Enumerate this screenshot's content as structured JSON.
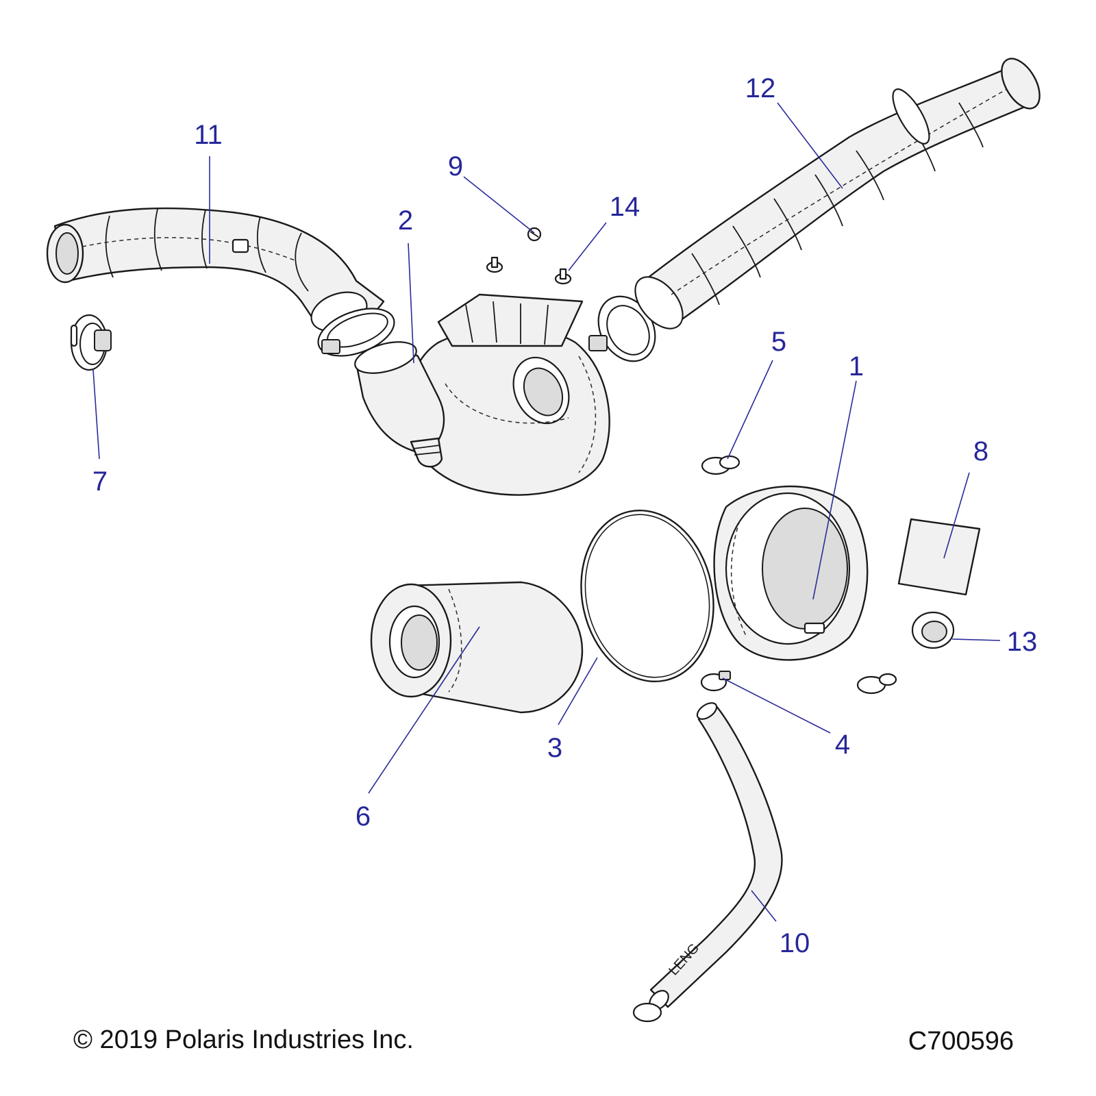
{
  "callouts": [
    {
      "id": "1",
      "label": "1"
    },
    {
      "id": "2",
      "label": "2"
    },
    {
      "id": "3",
      "label": "3"
    },
    {
      "id": "4",
      "label": "4"
    },
    {
      "id": "5",
      "label": "5"
    },
    {
      "id": "6",
      "label": "6"
    },
    {
      "id": "7",
      "label": "7"
    },
    {
      "id": "8",
      "label": "8"
    },
    {
      "id": "9",
      "label": "9"
    },
    {
      "id": "10",
      "label": "10"
    },
    {
      "id": "11",
      "label": "11"
    },
    {
      "id": "12",
      "label": "12"
    },
    {
      "id": "13",
      "label": "13"
    },
    {
      "id": "14",
      "label": "14"
    }
  ],
  "hose_marking": "LENG",
  "footer": {
    "copyright": "© 2019 Polaris Industries Inc.",
    "drawing_number": "C700596"
  },
  "colors": {
    "callout": "#26269a",
    "part_fill": "#f1f1f1",
    "outline": "#1a1a1a"
  }
}
